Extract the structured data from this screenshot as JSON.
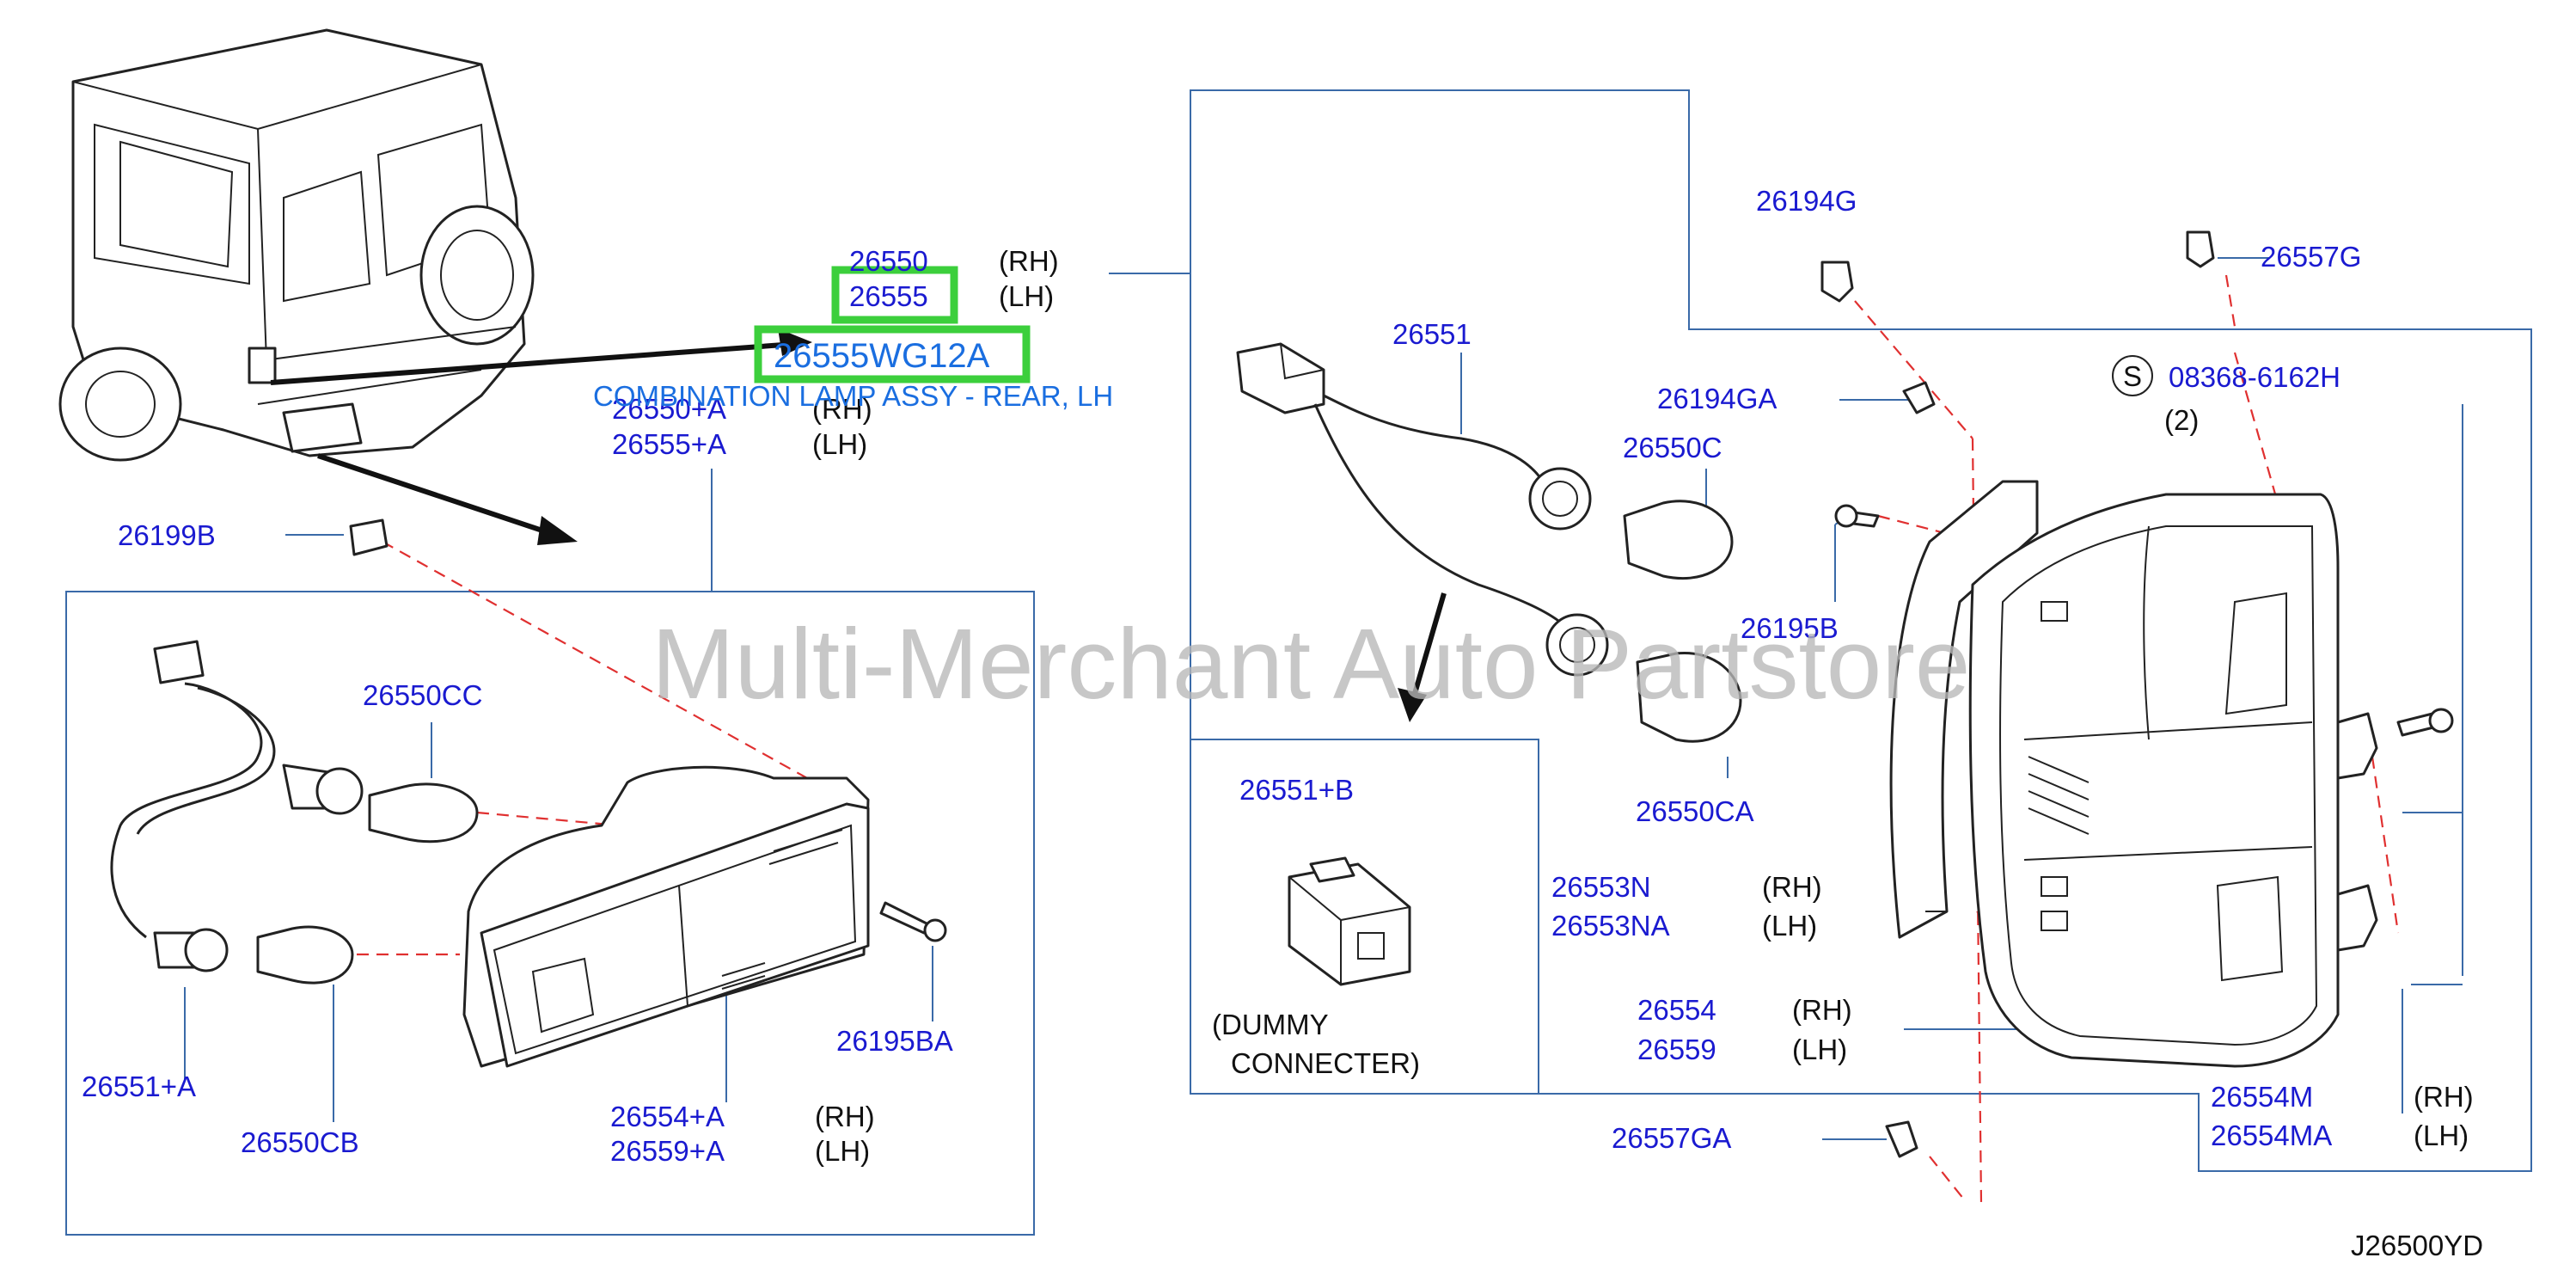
{
  "watermark": "Multi-Merchant Auto Partstore",
  "diagram_code": "J26500YD",
  "highlight": {
    "part_number": "26555WG12A",
    "description": "COMBINATION LAMP ASSY - REAR, LH"
  },
  "labels": {
    "p26550": "26550",
    "p26550_side": "(RH)",
    "p26555": "26555",
    "p26555_side": "(LH)",
    "p26550A": "26550+A",
    "p26550A_side": "(RH)",
    "p26555A": "26555+A",
    "p26555A_side": "(LH)",
    "p26199B": "26199B",
    "p26550CC": "26550CC",
    "p26551A": "26551+A",
    "p26550CB": "26550CB",
    "p26195BA": "26195BA",
    "p26554A": "26554+A",
    "p26554A_side": "(RH)",
    "p26559A": "26559+A",
    "p26559A_side": "(LH)",
    "p26551": "26551",
    "p26550C": "26550C",
    "p26550CA": "26550CA",
    "p26551B": "26551+B",
    "dummy_line1": "(DUMMY",
    "dummy_line2": "CONNECTER)",
    "p26194G": "26194G",
    "p26194GA": "26194GA",
    "p26557G": "26557G",
    "s_mark": "S",
    "p08368": "08368-6162H",
    "qty2": "(2)",
    "p26195B": "26195B",
    "p26553N": "26553N",
    "p26553N_side": "(RH)",
    "p26553NA": "26553NA",
    "p26553NA_side": "(LH)",
    "p26554": "26554",
    "p26554_side": "(RH)",
    "p26559": "26559",
    "p26559_side": "(LH)",
    "p26554M": "26554M",
    "p26554M_side": "(RH)",
    "p26554MA": "26554MA",
    "p26554MA_side": "(LH)",
    "p26557GA": "26557GA"
  },
  "colors": {
    "part_number": "#1a1ad0",
    "highlight_box": "#3ccf3c",
    "highlight_text": "#1a6ee0",
    "leader_line": "#3a6aa8",
    "dashed_line": "#e03030"
  }
}
